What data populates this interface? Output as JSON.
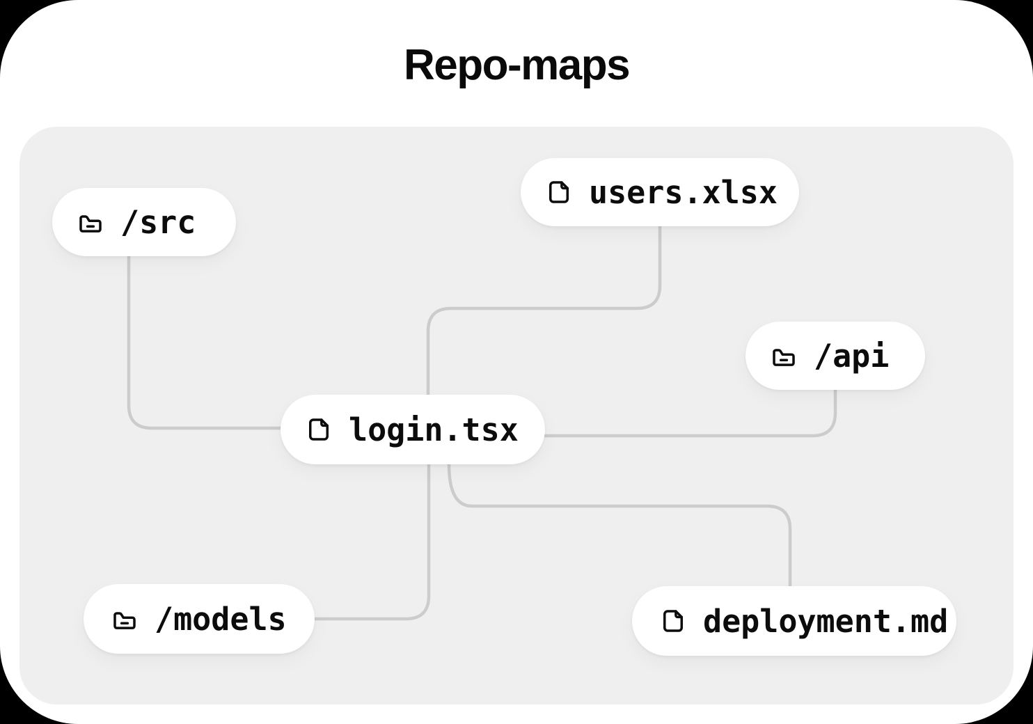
{
  "page": {
    "title": "Repo-maps",
    "background_color": "#000000",
    "card_color": "#ffffff",
    "canvas_color": "#efefef",
    "edge_color": "#cccccc",
    "node_color": "#ffffff",
    "text_color": "#0c0c0c"
  },
  "graph": {
    "nodes": [
      {
        "id": "src",
        "label": "/src",
        "icon": "folder-icon",
        "type": "folder"
      },
      {
        "id": "users",
        "label": "users.xlsx",
        "icon": "file-icon",
        "type": "file"
      },
      {
        "id": "api",
        "label": "/api",
        "icon": "folder-icon",
        "type": "folder"
      },
      {
        "id": "login",
        "label": "login.tsx",
        "icon": "file-icon",
        "type": "file"
      },
      {
        "id": "models",
        "label": "/models",
        "icon": "folder-icon",
        "type": "folder"
      },
      {
        "id": "deployment",
        "label": "deployment.md",
        "icon": "file-icon",
        "type": "file"
      }
    ],
    "edges": [
      {
        "from": "src",
        "to": "login"
      },
      {
        "from": "users",
        "to": "login"
      },
      {
        "from": "login",
        "to": "api"
      },
      {
        "from": "login",
        "to": "deployment"
      },
      {
        "from": "login",
        "to": "models"
      }
    ]
  }
}
